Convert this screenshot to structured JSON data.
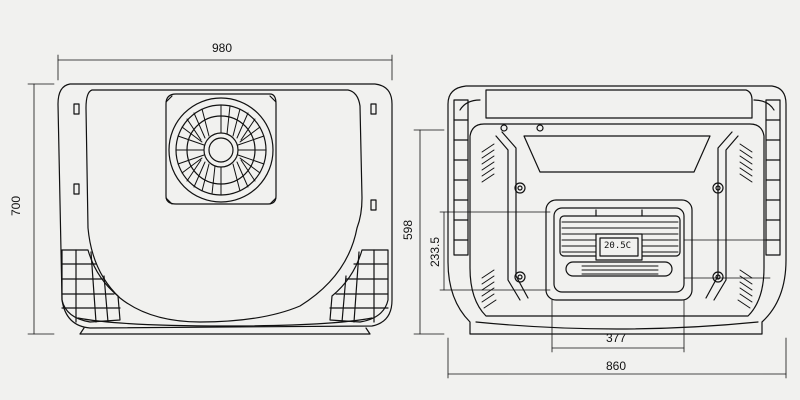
{
  "dimensions": {
    "left_width": "980",
    "left_height": "700",
    "right_height": "598",
    "right_inner_height": "233.5",
    "right_inner_width": "377",
    "right_width": "860"
  },
  "display_readout": "20.5C",
  "colors": {
    "background": "#f1f1ef",
    "line": "#111111"
  }
}
